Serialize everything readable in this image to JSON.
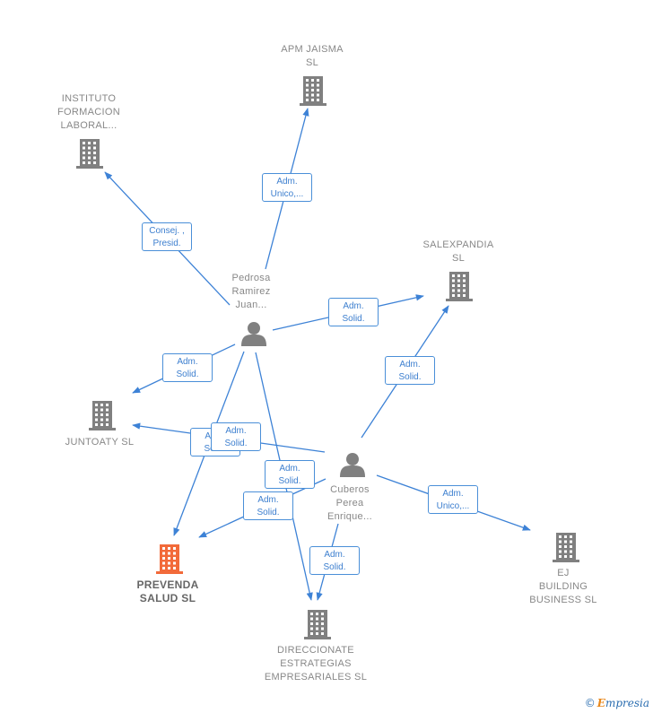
{
  "colors": {
    "edge": "#3d82d6",
    "company": "#808080",
    "company_highlight": "#f26a3a",
    "person": "#808080"
  },
  "companies": [
    {
      "id": "apm",
      "lines": [
        "APM JAISMA",
        "SL"
      ],
      "highlight": false
    },
    {
      "id": "instituto",
      "lines": [
        "INSTITUTO",
        "FORMACION",
        "LABORAL..."
      ],
      "highlight": false
    },
    {
      "id": "salexpandia",
      "lines": [
        "SALEXPANDIA",
        "SL"
      ],
      "highlight": false
    },
    {
      "id": "juntoaty",
      "lines": [
        "JUNTOATY SL"
      ],
      "highlight": false
    },
    {
      "id": "prevenda",
      "lines": [
        "PREVENDA",
        "SALUD  SL"
      ],
      "highlight": true
    },
    {
      "id": "direccionate",
      "lines": [
        "DIRECCIONATE",
        "ESTRATEGIAS",
        "EMPRESARIALES SL"
      ],
      "highlight": false
    },
    {
      "id": "ej",
      "lines": [
        "EJ",
        "BUILDING",
        "BUSINESS  SL"
      ],
      "highlight": false
    }
  ],
  "people": [
    {
      "id": "pedrosa",
      "lines": [
        "Pedrosa",
        "Ramirez",
        "Juan..."
      ]
    },
    {
      "id": "cuberos",
      "lines": [
        "Cuberos",
        "Perea",
        "Enrique..."
      ]
    }
  ],
  "edges": [
    {
      "from": "pedrosa",
      "to": "apm",
      "label": [
        "Adm.",
        "Unico,..."
      ]
    },
    {
      "from": "pedrosa",
      "to": "instituto",
      "label": [
        "Consej. ,",
        "Presid."
      ]
    },
    {
      "from": "pedrosa",
      "to": "salexpandia",
      "label": [
        "Adm.",
        "Solid."
      ]
    },
    {
      "from": "pedrosa",
      "to": "juntoaty",
      "label": [
        "Adm.",
        "Solid."
      ]
    },
    {
      "from": "pedrosa",
      "to": "prevenda",
      "label": [
        "Adm.",
        "Solid."
      ]
    },
    {
      "from": "pedrosa",
      "to": "direccionate",
      "label": [
        "Adm.",
        "Solid."
      ]
    },
    {
      "from": "cuberos",
      "to": "salexpandia",
      "label": [
        "Adm.",
        "Solid."
      ]
    },
    {
      "from": "cuberos",
      "to": "juntoaty",
      "label": [
        "Adm.",
        "Solid."
      ]
    },
    {
      "from": "cuberos",
      "to": "prevenda",
      "label": [
        "Adm.",
        "Solid."
      ]
    },
    {
      "from": "cuberos",
      "to": "direccionate",
      "label": [
        "Adm.",
        "Solid."
      ]
    },
    {
      "from": "cuberos",
      "to": "ej",
      "label": [
        "Adm.",
        "Unico,..."
      ]
    }
  ],
  "credit": {
    "symbol": "©",
    "brand_first": "E",
    "brand_rest": "mpresia"
  }
}
